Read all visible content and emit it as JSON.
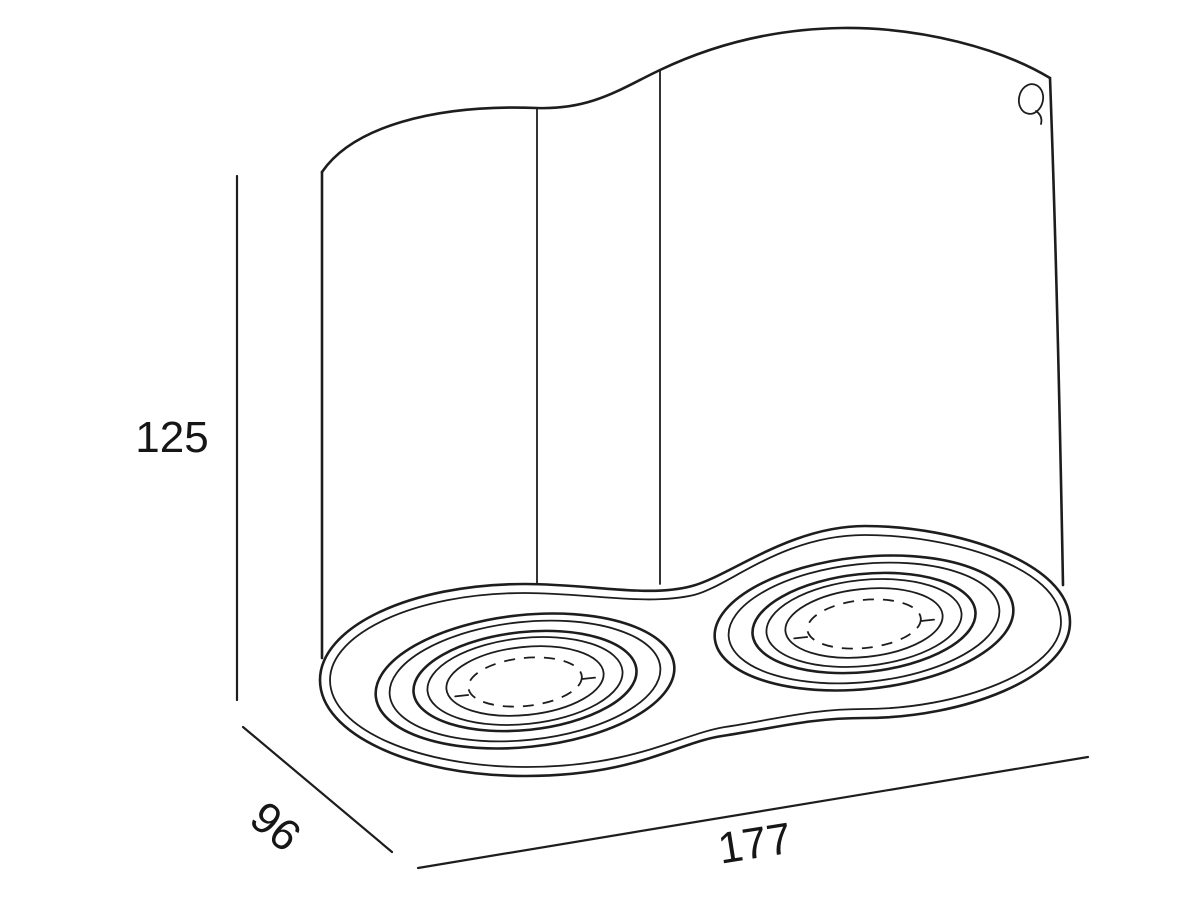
{
  "drawing": {
    "dimensions": {
      "height": "125",
      "depth": "96",
      "width": "177"
    },
    "colors": {
      "line": "#1d1d1d",
      "background": "#ffffff",
      "text": "#161616"
    }
  }
}
